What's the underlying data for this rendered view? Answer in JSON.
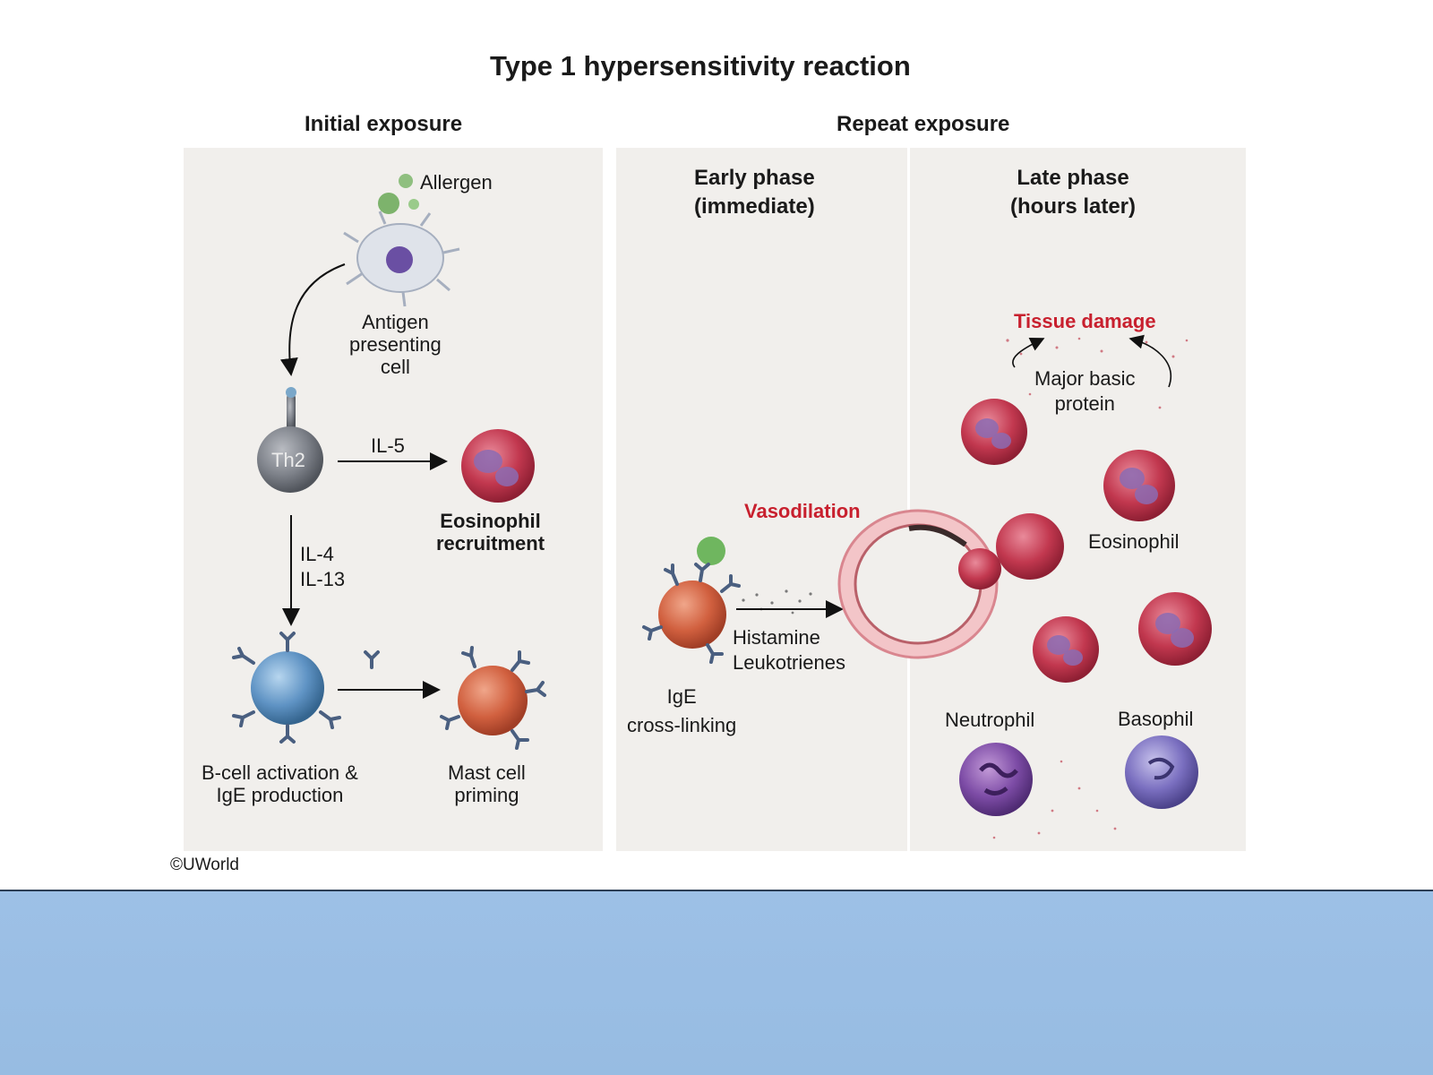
{
  "title": "Type 1 hypersensitivity reaction",
  "sections": {
    "initial": "Initial exposure",
    "repeat": "Repeat exposure",
    "early_line1": "Early phase",
    "early_line2": "(immediate)",
    "late_line1": "Late phase",
    "late_line2": "(hours later)"
  },
  "labels": {
    "allergen": "Allergen",
    "apc_1": "Antigen",
    "apc_2": "presenting",
    "apc_3": "cell",
    "th2": "Th2",
    "il5": "IL-5",
    "il4": "IL-4",
    "il13": "IL-13",
    "eos_recruit_1": "Eosinophil",
    "eos_recruit_2": "recruitment",
    "bcell_1": "B-cell activation &",
    "bcell_2": "IgE production",
    "mast_1": "Mast cell",
    "mast_2": "priming",
    "vasodilation": "Vasodilation",
    "histamine": "Histamine",
    "leukotrienes": "Leukotrienes",
    "ige_1": "IgE",
    "ige_2": "cross-linking",
    "tissue_damage": "Tissue damage",
    "mbp_1": "Major basic",
    "mbp_2": "protein",
    "eosinophil": "Eosinophil",
    "neutrophil": "Neutrophil",
    "basophil": "Basophil",
    "copyright": "©UWorld"
  },
  "colors": {
    "panel_bg": "#f1efec",
    "alert_red": "#c8202e",
    "band_blue": "#9dc0e6"
  }
}
